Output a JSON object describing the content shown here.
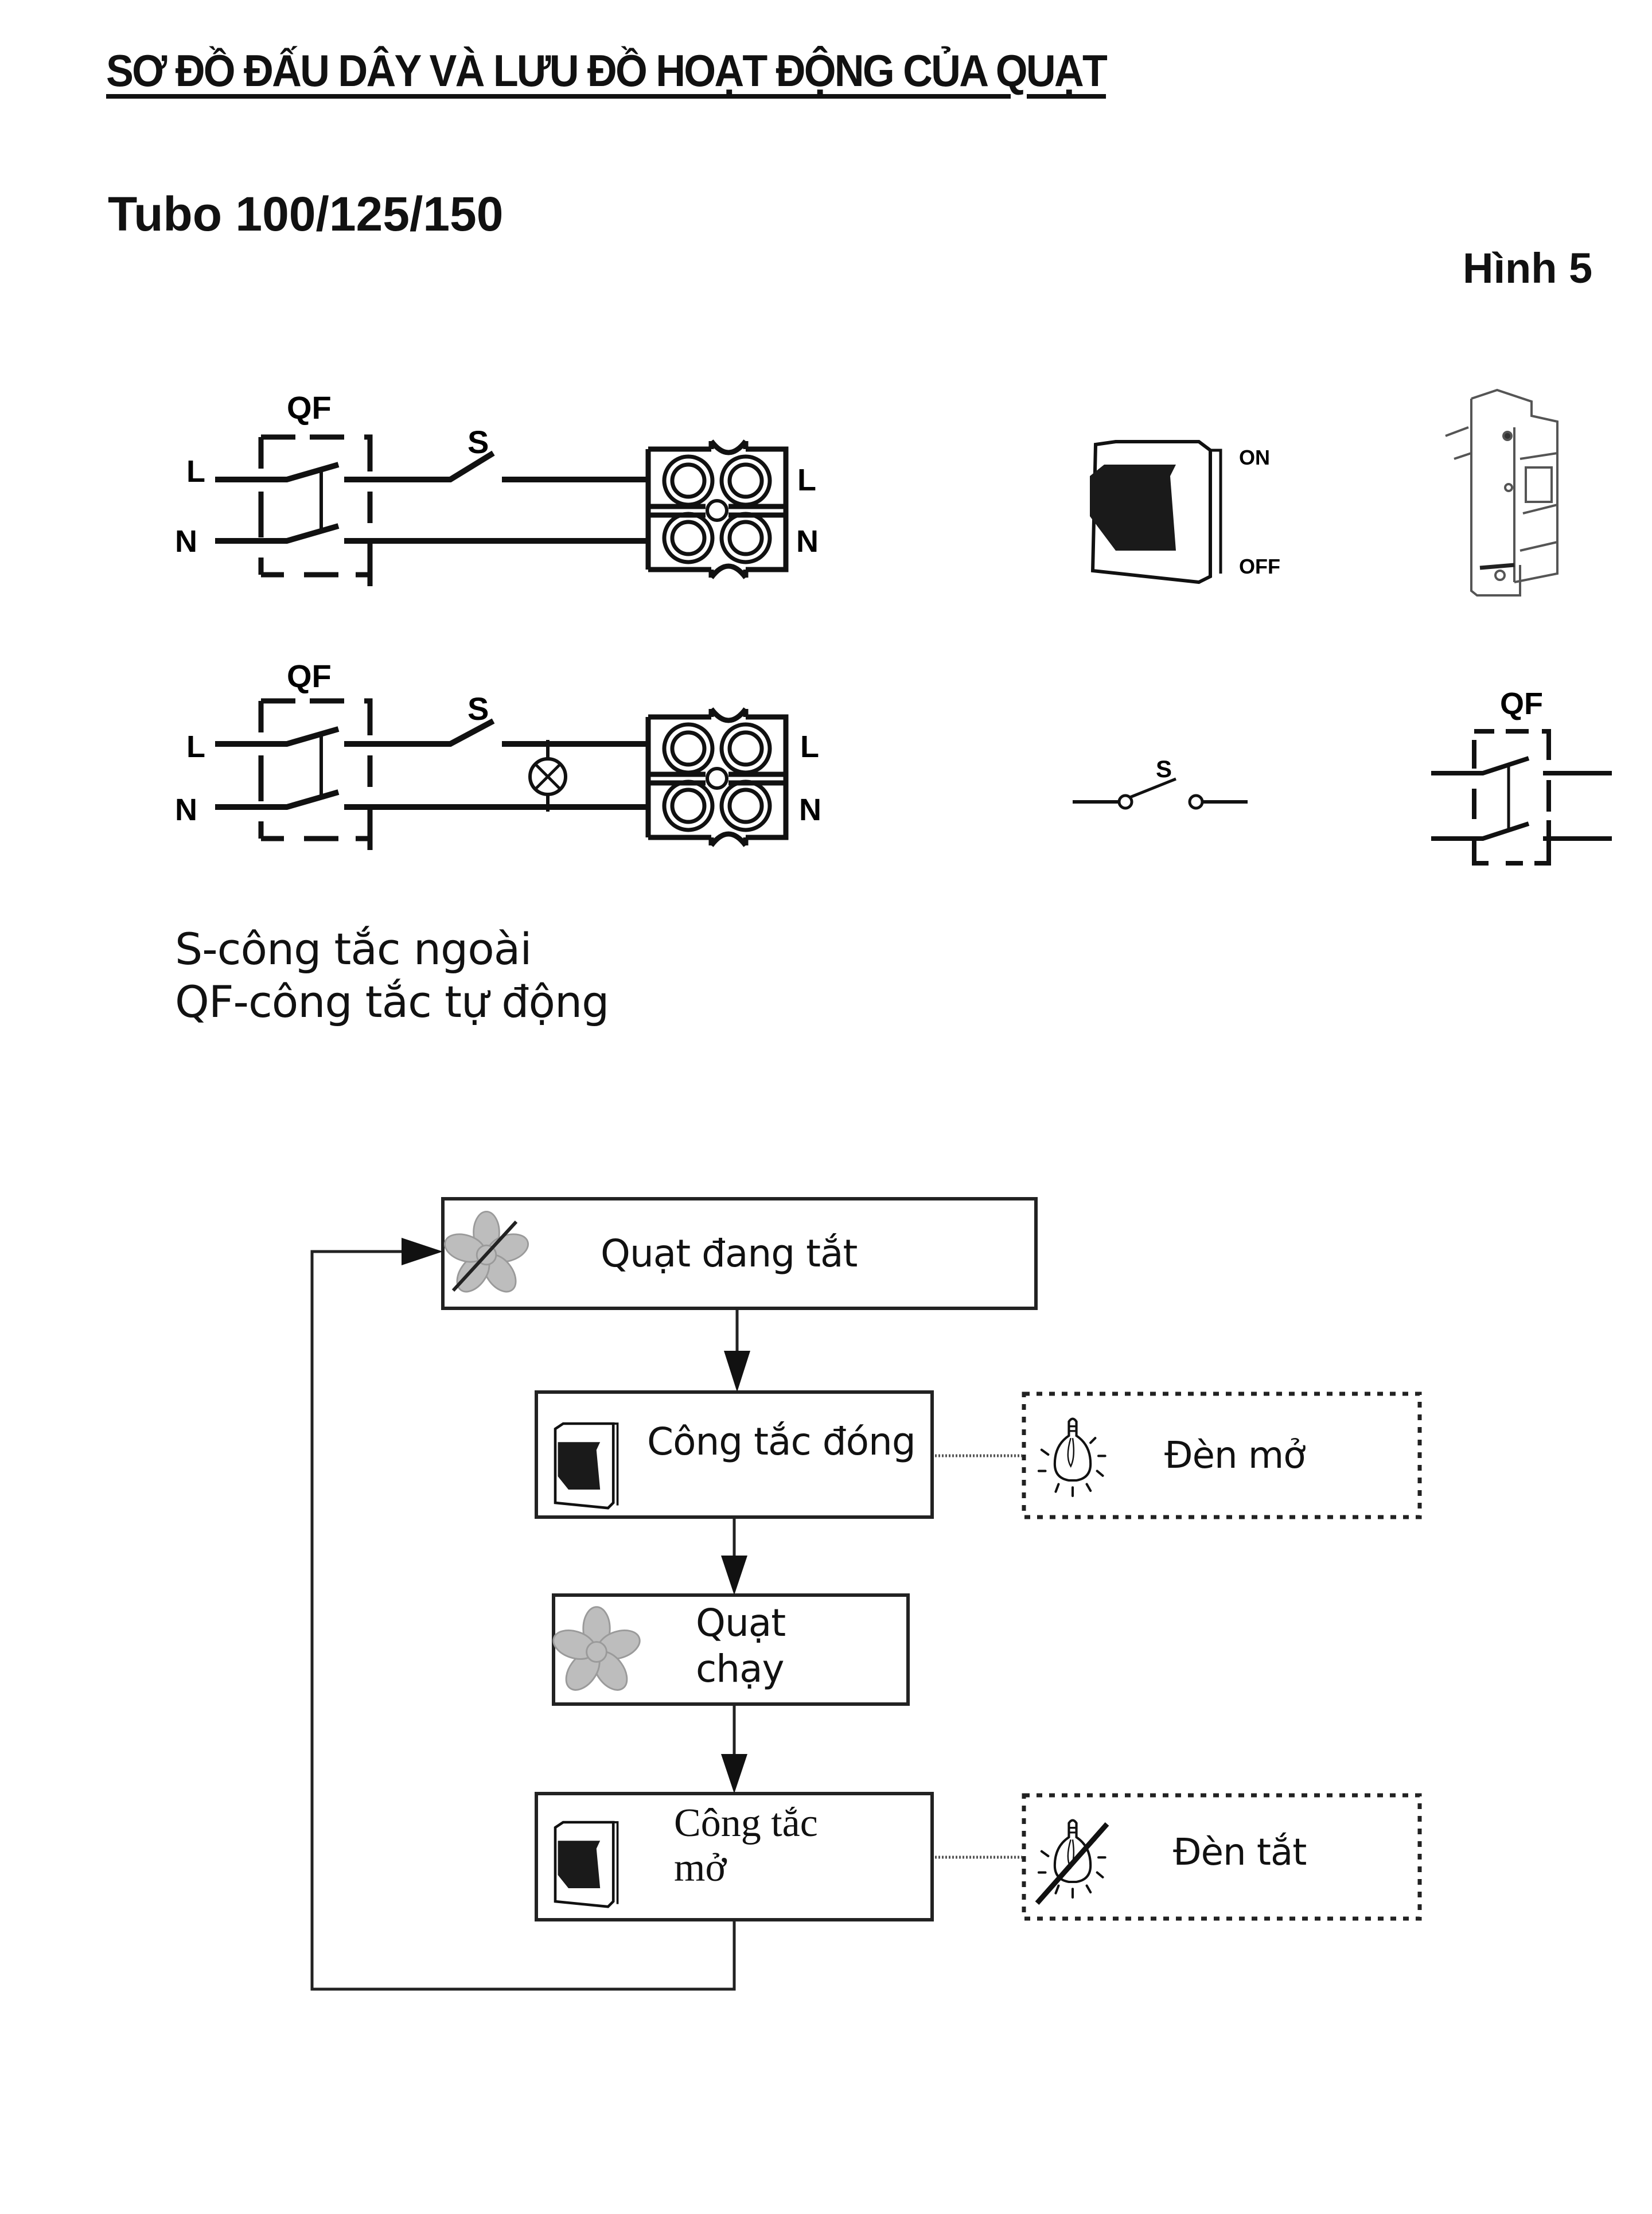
{
  "document": {
    "title": "SƠ ĐỒ ĐẤU DÂY VÀ LƯU ĐỒ HOẠT ĐỘNG CỦA QUẠT",
    "model": "Tubo  100/125/150",
    "figure_label": "Hình 5"
  },
  "wiring": {
    "diagram_1": {
      "breaker_label": "QF",
      "switch_label": "S",
      "left_terminals": [
        "L",
        "N"
      ],
      "right_terminals": [
        "L",
        "N"
      ],
      "has_lamp": false
    },
    "diagram_2": {
      "breaker_label": "QF",
      "switch_label": "S",
      "left_terminals": [
        "L",
        "N"
      ],
      "right_terminals": [
        "L",
        "N"
      ],
      "has_lamp": true
    },
    "rocker_switch": {
      "on_label": "ON",
      "off_label": "OFF"
    },
    "switch_symbol": {
      "label": "S"
    },
    "breaker_symbol": {
      "label": "QF"
    }
  },
  "legend": {
    "items": [
      "S-công tắc ngoài",
      "QF-công tắc tự động"
    ]
  },
  "flowchart": {
    "steps": [
      {
        "id": "fan-off",
        "icon": "fan-off-icon",
        "label": "Quạt đang tắt"
      },
      {
        "id": "switch-on",
        "icon": "rocker-switch-icon",
        "label": "Công tắc đóng",
        "side_note": {
          "icon": "lightbulb-on-icon",
          "label": "Đèn mở"
        }
      },
      {
        "id": "fan-running",
        "icon": "fan-icon",
        "label_lines": [
          "Quạt",
          "chạy"
        ]
      },
      {
        "id": "switch-off",
        "icon": "rocker-switch-icon",
        "label_lines": [
          "Công tắc",
          "mở"
        ],
        "side_note": {
          "icon": "lightbulb-off-icon",
          "label": "Đèn tắt"
        }
      }
    ],
    "loop_back_to": "fan-off"
  },
  "colors": {
    "ink": "#111111",
    "fan_gray": "#bdbdbd",
    "background": "#ffffff"
  }
}
